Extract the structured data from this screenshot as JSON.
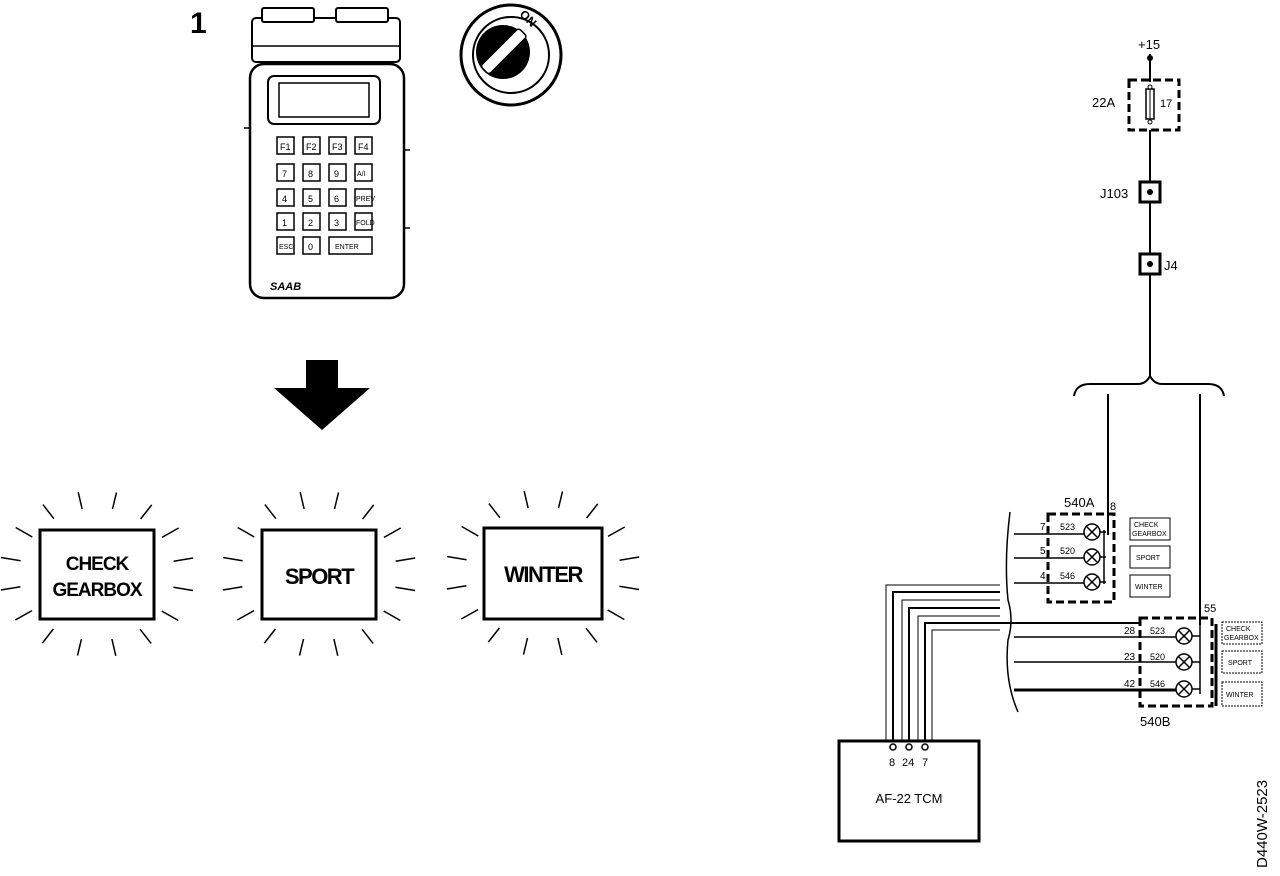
{
  "step_number": "1",
  "tester": {
    "brand": "SAAB",
    "function_keys": [
      "F1",
      "F2",
      "F3",
      "F4"
    ],
    "keypad_rows": [
      [
        "7",
        "8",
        "9",
        "A/I"
      ],
      [
        "4",
        "5",
        "6",
        "PREV"
      ],
      [
        "1",
        "2",
        "3",
        "FOLD"
      ],
      [
        "ESC",
        "0",
        "ENTER"
      ]
    ]
  },
  "ignition": {
    "position_label": "ON"
  },
  "indicator_lamps": [
    {
      "line1": "CHECK",
      "line2": "GEARBOX"
    },
    {
      "line1": "SPORT",
      "line2": ""
    },
    {
      "line1": "WINTER",
      "line2": ""
    }
  ],
  "circuit": {
    "supply": "+15",
    "fuse_box": "22A",
    "fuse_number": "17",
    "junction_1": "J103",
    "junction_2": "J4",
    "module_a": "540A",
    "module_a_pin": "8",
    "module_a_pins": [
      "7",
      "5",
      "4"
    ],
    "module_b": "540B",
    "module_b_pin": "55",
    "module_b_pins": [
      "28",
      "23",
      "42"
    ],
    "bulbs": [
      "523",
      "520",
      "546"
    ],
    "bulb_labels": [
      {
        "line1": "CHECK",
        "line2": "GEARBOX"
      },
      {
        "line1": "SPORT",
        "line2": ""
      },
      {
        "line1": "WINTER",
        "line2": ""
      }
    ],
    "ecu_name": "AF-22 TCM",
    "ecu_pins": [
      "8",
      "24",
      "7"
    ]
  },
  "figure_code": "D440W-2523"
}
